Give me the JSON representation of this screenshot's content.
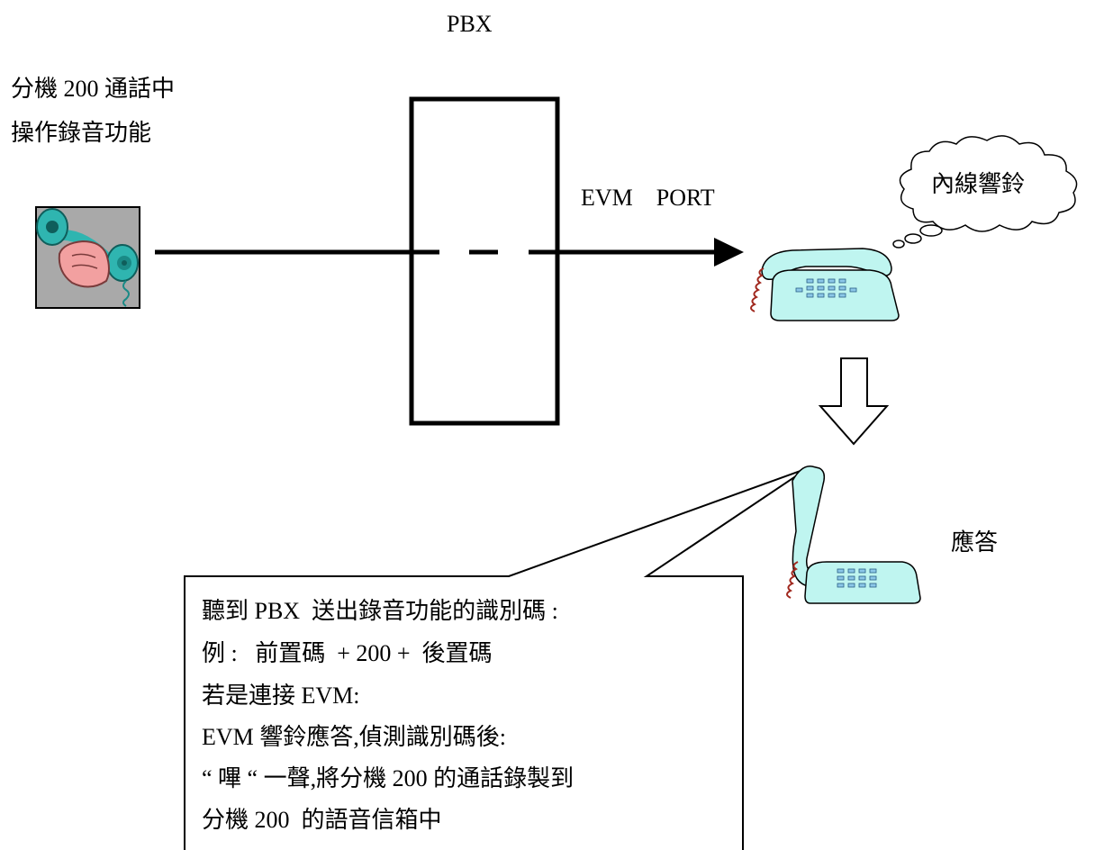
{
  "diagram": {
    "pbx_label": "PBX",
    "caller_label_line1": "分機 200 通話中",
    "caller_label_line2": "操作錄音功能",
    "evm_port_label": "EVM    PORT",
    "ringing_bubble": "內線響鈴",
    "answer_label": "應答",
    "note_lines": [
      "聽到 PBX  送出錄音功能的識別碼 :",
      "例 :   前置碼  + 200 +  後置碼",
      "若是連接 EVM:",
      "EVM 響鈴應答,偵測識別碼後:",
      "“ 嗶 “ 一聲,將分機 200 的通話錄製到",
      "分機 200  的語音信箱中"
    ]
  },
  "icons": {
    "caller": "handset-in-hand-icon",
    "ringing_phone": "desk-phone-icon",
    "answered_phone": "desk-phone-off-hook-icon",
    "down_arrow": "down-arrow-icon",
    "thought_bubble": "thought-cloud-icon"
  },
  "colors": {
    "phone_body": "#bff5f0",
    "phone_outline": "#000000",
    "cord": "#a0281e",
    "caller_background": "#a9a9a9",
    "caller_handset": "#2fb5b0",
    "caller_hand": "#f2a0a0"
  }
}
